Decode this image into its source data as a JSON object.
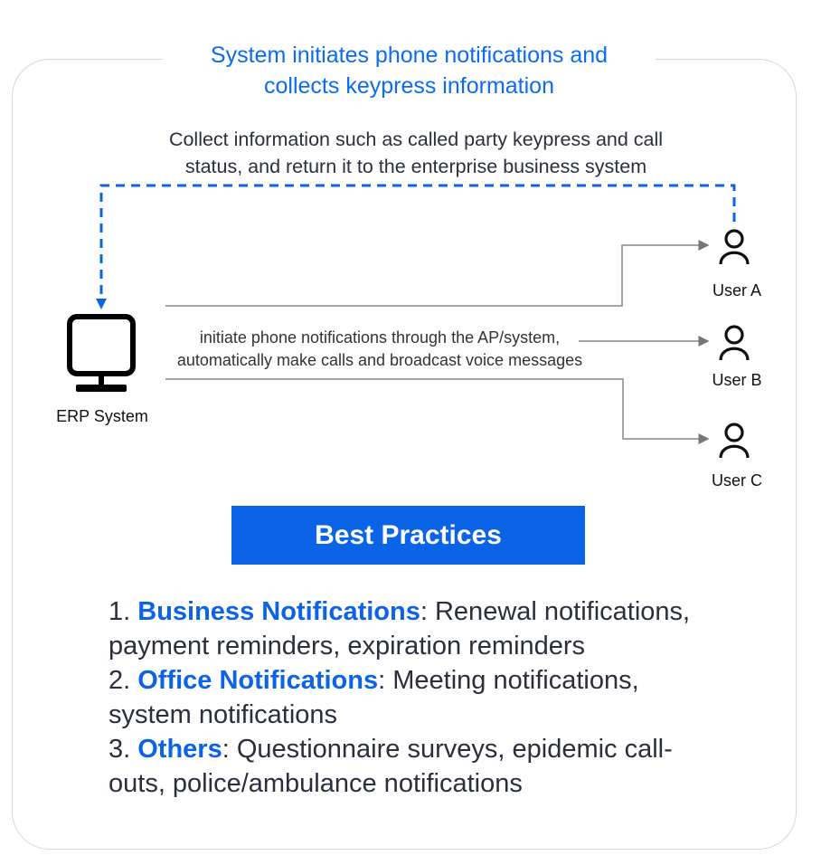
{
  "title": "System initiates phone notifications and collects keypress information",
  "title_lines": [
    "System initiates phone notifications and",
    "collects keypress information"
  ],
  "collect_lines": [
    "Collect information such as called party keypress and call",
    "status, and return it to the enterprise business system"
  ],
  "erp_label": "ERP System",
  "mid_lines": [
    "initiate phone notifications through the  AP/system,",
    "automatically make calls and broadcast voice messages"
  ],
  "users": [
    "User A",
    "User B",
    "User C"
  ],
  "best_practices_label": "Best Practices",
  "practices": [
    {
      "num": "1. ",
      "name": "Business Notifications",
      "desc": ": Renewal notifications, payment reminders, expiration reminders"
    },
    {
      "num": "2. ",
      "name": "Office Notifications",
      "desc": ": Meeting notifications, system notifications"
    },
    {
      "num": "3. ",
      "name": "Others",
      "desc": ": Questionnaire surveys, epidemic call-outs, police/ambulance notifications"
    }
  ],
  "colors": {
    "accent": "#0b63e5",
    "title": "#0b6cf2",
    "text": "#2b2f3d"
  }
}
